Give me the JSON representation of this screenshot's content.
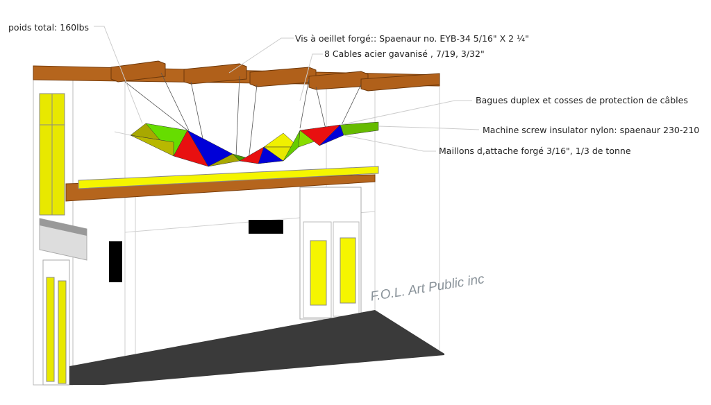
{
  "labels": {
    "weight": "poids total: 160lbs",
    "eye_screw": "Vis à oeillet forgé:: Spaenaur no. EYB-34 5/16\" X 2 ¼\"",
    "cables": "8 Cables acier gavanisé , 7/19, 3/32\"",
    "sleeves": "Bagues duplex et cosses de protection de câbles",
    "insulator": "Machine screw insulator nylon: spaenaur 230-210",
    "links": "Maillons d,attache forgé 3/16\", 1/3 de tonne"
  },
  "watermark": "F.O.L. Art Public inc",
  "colors": {
    "beam": "#b5651d",
    "yellow": "#f0f000",
    "floor": "#3a3a3a",
    "red": "#e81010",
    "blue": "#0000d8",
    "green": "#66cc00",
    "olive": "#a8a800"
  }
}
